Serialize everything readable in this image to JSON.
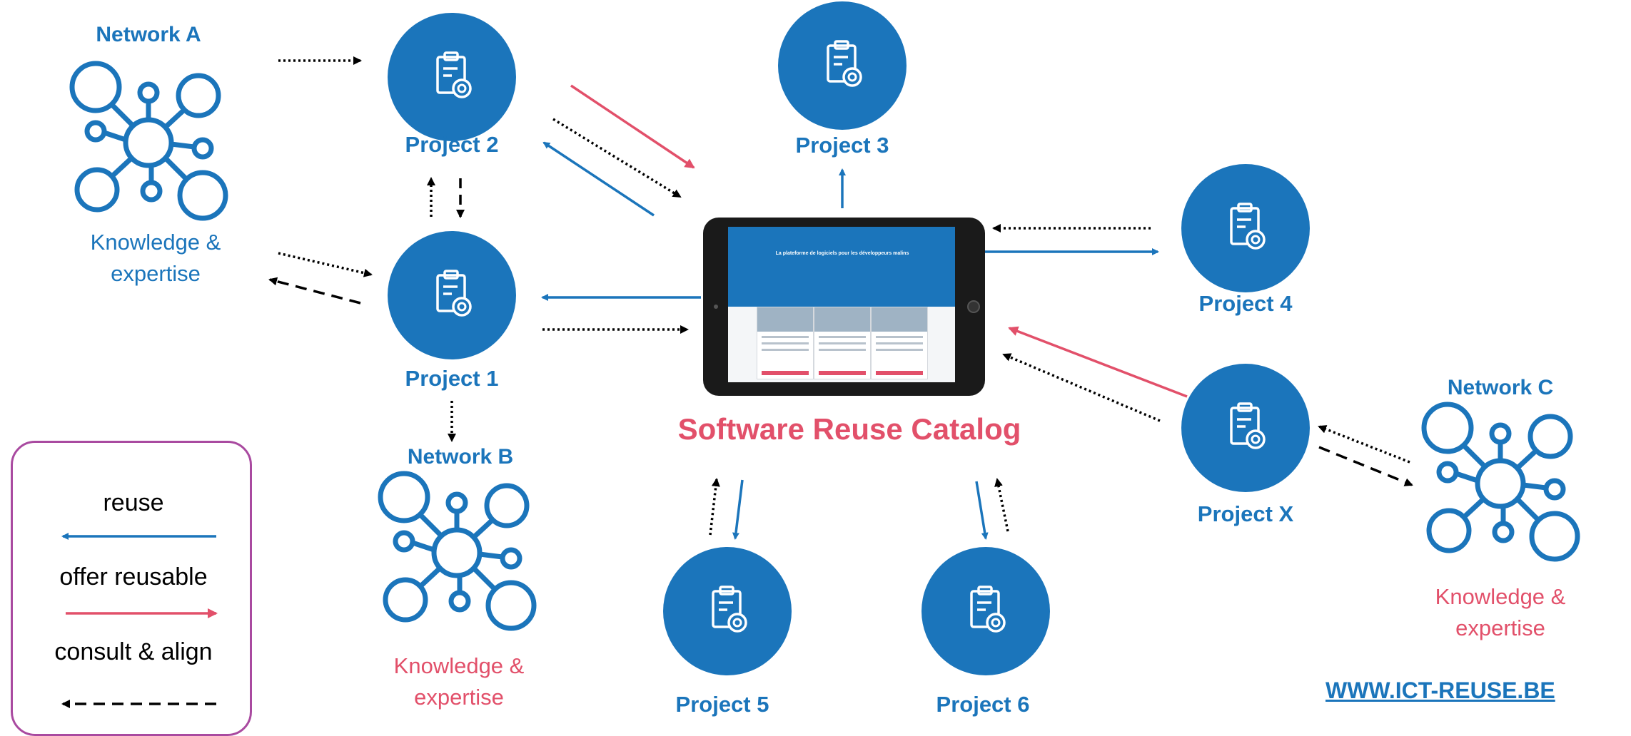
{
  "projects": {
    "p1": "Project 1",
    "p2": "Project 2",
    "p3": "Project 3",
    "p4": "Project 4",
    "p5": "Project 5",
    "p6": "Project 6",
    "px": "Project X"
  },
  "networks": {
    "a": {
      "title": "Network A",
      "line1": "Knowledge &",
      "line2": "expertise"
    },
    "b": {
      "title": "Network  B",
      "line1": "Knowledge &",
      "line2": "expertise"
    },
    "c": {
      "title": "Network C",
      "line1": "Knowledge &",
      "line2": "expertise"
    }
  },
  "catalog": {
    "title": "Software Reuse Catalog",
    "screen_headline": "La plateforme de logiciels pour les développeurs malins"
  },
  "legend": {
    "reuse": "reuse",
    "offer": "offer reusable",
    "consult": "consult & align"
  },
  "url": "WWW.ICT-REUSE.BE",
  "colors": {
    "blue": "#1b75bb",
    "red": "#e2506a",
    "legend_border": "#a94aa0",
    "consult_arrow": "#000000"
  }
}
